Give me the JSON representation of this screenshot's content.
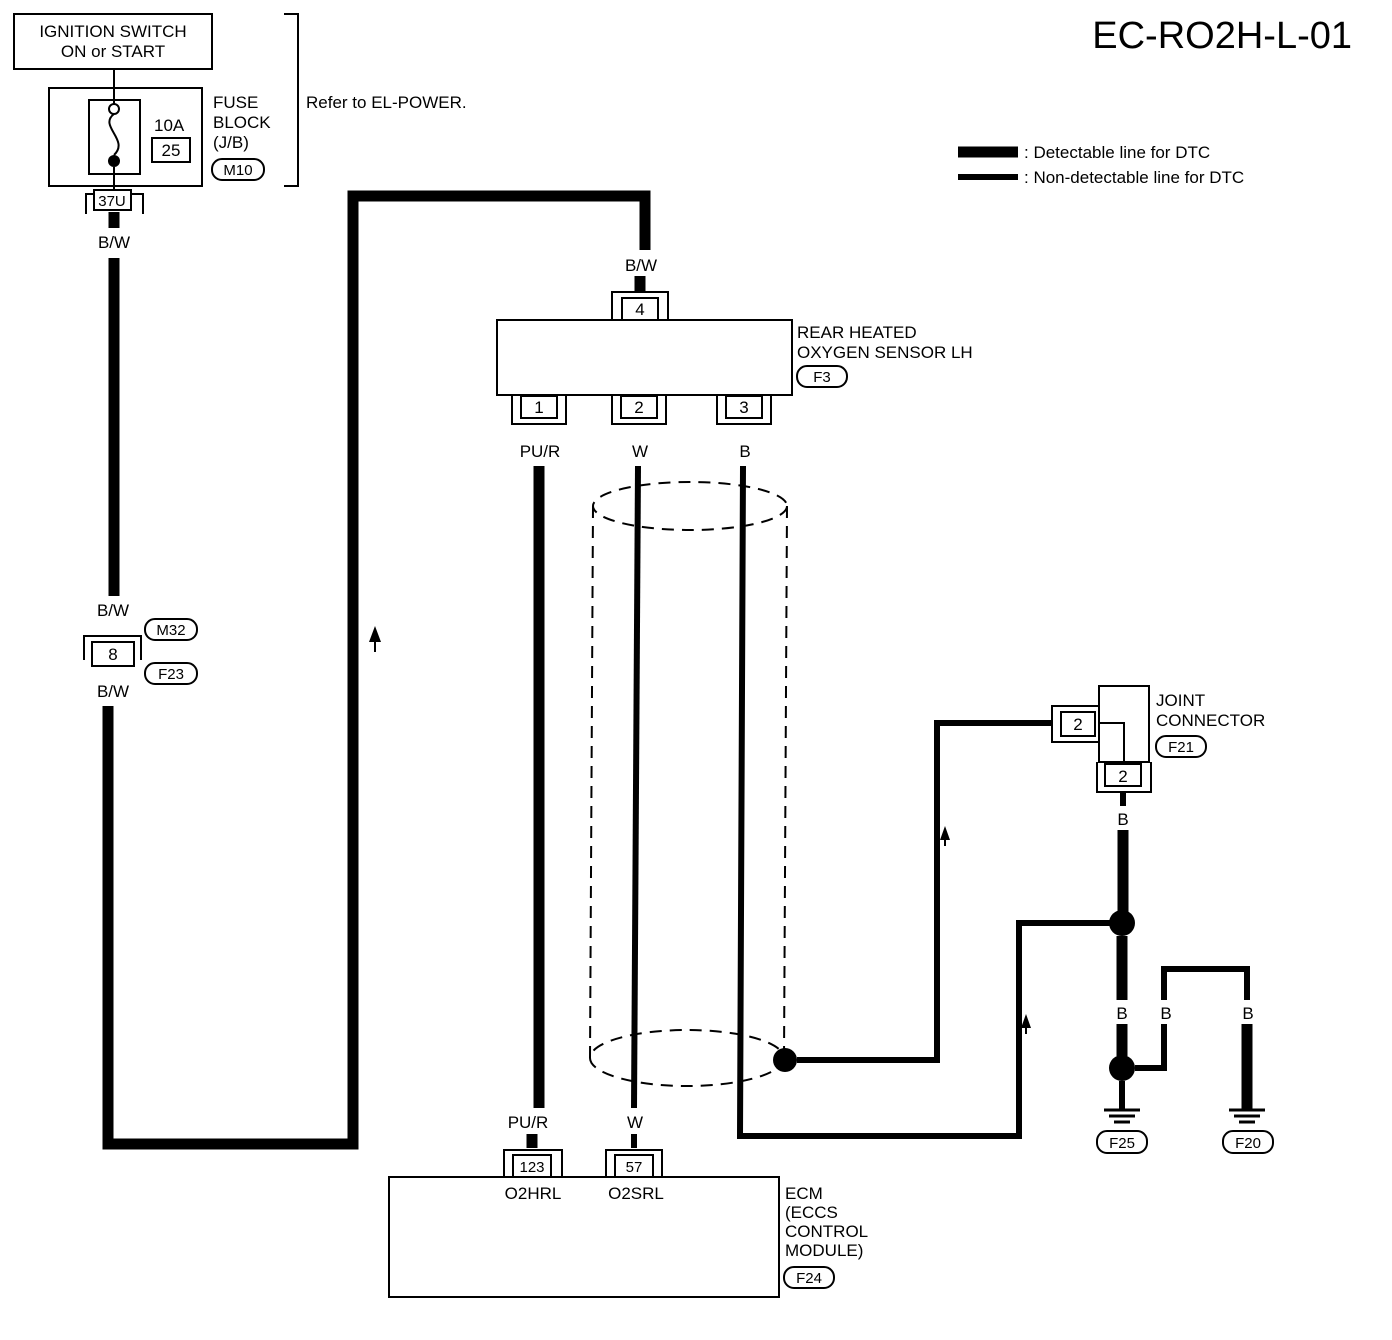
{
  "diagram_id": "EC-RO2H-L-01",
  "legend": {
    "detectable": ": Detectable line for DTC",
    "non_detectable": ": Non-detectable line for DTC"
  },
  "ignition": {
    "line1": "IGNITION SWITCH",
    "line2": "ON or START"
  },
  "fuse_block": {
    "rating": "10A",
    "number": "25",
    "label1": "FUSE",
    "label2": "BLOCK",
    "label3": "(J/B)",
    "connector": "M10",
    "terminal": "37U",
    "refer": "Refer to EL-POWER."
  },
  "wire_colors": {
    "bw": "B/W",
    "pur": "PU/R",
    "w": "W",
    "b": "B"
  },
  "harness_connector": {
    "pin": "8",
    "conn_top": "M32",
    "conn_bottom": "F23"
  },
  "sensor": {
    "name1": "REAR HEATED",
    "name2": "OXYGEN SENSOR LH",
    "connector": "F3",
    "pins": [
      "4",
      "1",
      "2",
      "3"
    ]
  },
  "joint_connector": {
    "name1": "JOINT",
    "name2": "CONNECTOR",
    "connector": "F21",
    "pin_left": "2",
    "pin_bottom": "2"
  },
  "grounds": [
    "F25",
    "F20"
  ],
  "ecm": {
    "name1": "ECM",
    "name2": "(ECCS",
    "name3": "CONTROL",
    "name4": "MODULE)",
    "connector": "F24",
    "pins": [
      "123",
      "57"
    ],
    "terminal_names": [
      "O2HRL",
      "O2SRL"
    ]
  }
}
